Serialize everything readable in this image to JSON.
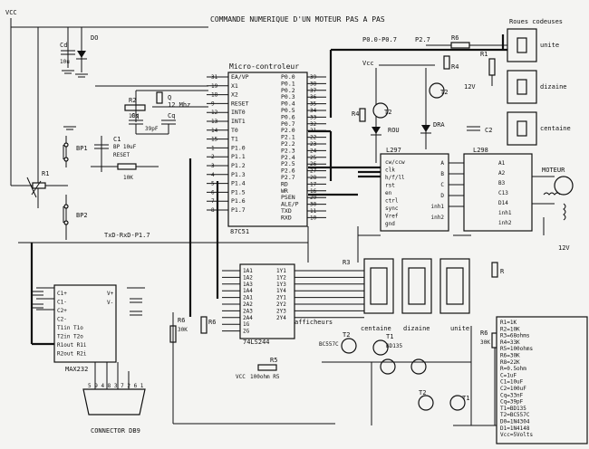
{
  "title": "COMMANDE NUMERIQUE D'UN MOTEUR PAS A PAS",
  "labels": {
    "vcc": "VCC",
    "cd": "Cd",
    "cd_val": "10u",
    "do": "DO",
    "r2": "R2",
    "r2_val": "10K",
    "bp1": "BP1",
    "bp2": "BP2",
    "reset": "RESET",
    "c1": "C1",
    "c1_val": "BP 10uF",
    "r1": "R1",
    "r10k": "10K",
    "q": "Q",
    "q_val": "12 Mhz",
    "cq1": "Cq",
    "cq1_val": "39pF",
    "cq2": "Cq",
    "txd": "TxD-RxD-P1.7",
    "mc_title": "Micro-controleur",
    "mc_part": "87C51",
    "port_p0": "P0.0-P0.7",
    "p27": "P2.7",
    "r6a": "R6",
    "r4": "R4",
    "r1b": "R1",
    "v12a": "12V",
    "vcc2": "Vcc",
    "t2a": "T2",
    "r4b": "R4",
    "t2b": "T2",
    "rou": "ROU",
    "dra": "DRA",
    "c2": "C2",
    "l297": "L297",
    "l298": "L298",
    "moteur": "MOTEUR",
    "v12b": "12V",
    "roues": "Roues codeuses",
    "unite": "unite",
    "dizaine": "dizaine",
    "centaine": "centaine",
    "r3": "R3",
    "r_right": "R",
    "r6b": "R6",
    "r6b_val": "30K",
    "r6c": "R6",
    "buf_part": "74LS244",
    "afficheurs": "afficheurs",
    "centaine2": "centaine",
    "dizaine2": "dizaine",
    "unite2": "unite",
    "t2c": "T2",
    "bc557": "BC557C",
    "t1a": "T1",
    "bd135": "BD135",
    "r5": "R5",
    "vcc3": "VCC",
    "r5_label": "100ohm R5",
    "t2d": "T2",
    "t1b": "T1",
    "r6d": "R6",
    "r6d_val": "30K",
    "max232": "MAX232",
    "connector": "CONNECTOR DB9",
    "db9_pins": "5 9 4 8 3 7 2 6 1"
  },
  "mc_pins_left": [
    {
      "name": "EA/VP",
      "num": "31"
    },
    {
      "name": "X1",
      "num": "19"
    },
    {
      "name": "X2",
      "num": "18"
    },
    {
      "name": "RESET",
      "num": "9"
    },
    {
      "name": "INT0",
      "num": "12"
    },
    {
      "name": "INT1",
      "num": "13"
    },
    {
      "name": "T0",
      "num": "14"
    },
    {
      "name": "T1",
      "num": "15"
    },
    {
      "name": "P1.0",
      "num": "1"
    },
    {
      "name": "P1.1",
      "num": "2"
    },
    {
      "name": "P1.2",
      "num": "3"
    },
    {
      "name": "P1.3",
      "num": "4"
    },
    {
      "name": "P1.4",
      "num": "5"
    },
    {
      "name": "P1.5",
      "num": "6"
    },
    {
      "name": "P1.6",
      "num": "7"
    },
    {
      "name": "P1.7",
      "num": "8"
    }
  ],
  "mc_pins_right": [
    {
      "name": "P0.0",
      "num": "39"
    },
    {
      "name": "P0.1",
      "num": "38"
    },
    {
      "name": "P0.2",
      "num": "37"
    },
    {
      "name": "P0.3",
      "num": "36"
    },
    {
      "name": "P0.4",
      "num": "35"
    },
    {
      "name": "P0.5",
      "num": "34"
    },
    {
      "name": "P0.6",
      "num": "33"
    },
    {
      "name": "P0.7",
      "num": "32"
    },
    {
      "name": "P2.0",
      "num": "21"
    },
    {
      "name": "P2.1",
      "num": "22"
    },
    {
      "name": "P2.2",
      "num": "23"
    },
    {
      "name": "P2.3",
      "num": "24"
    },
    {
      "name": "P2.4",
      "num": "25"
    },
    {
      "name": "P2.5",
      "num": "26"
    },
    {
      "name": "P2.6",
      "num": "27"
    },
    {
      "name": "P2.7",
      "num": "28"
    },
    {
      "name": "RD",
      "num": "17"
    },
    {
      "name": "WR",
      "num": "16"
    },
    {
      "name": "PSEN",
      "num": "29"
    },
    {
      "name": "ALE/P",
      "num": "30"
    },
    {
      "name": "TXD",
      "num": "11"
    },
    {
      "name": "RXD",
      "num": "10"
    }
  ],
  "l297_pins": [
    "cw/ccw",
    "clk",
    "h/f/ll",
    "rst",
    "en",
    "ctrl",
    "sync",
    "Vref",
    "gnd"
  ],
  "l297_out": [
    "A",
    "B",
    "C",
    "D",
    "inh1",
    "inh2"
  ],
  "l298_pins": [
    "A1",
    "A2",
    "B3",
    "C13",
    "D14",
    "inh1",
    "inh2"
  ],
  "buf_pins_left": [
    "1A1",
    "1A2",
    "1A3",
    "1A4",
    "2A1",
    "2A2",
    "2A3",
    "2A4",
    "1G",
    "2G"
  ],
  "buf_pins_right": [
    "1Y1",
    "1Y2",
    "1Y3",
    "1Y4",
    "2Y1",
    "2Y2",
    "2Y3",
    "2Y4"
  ],
  "max_pins": [
    "C1+",
    "C1-",
    "C2+",
    "C2-",
    "T1in T1o",
    "T2in T2o",
    "R1out R1i",
    "R2out R2i"
  ],
  "max_pins_right": [
    "V+",
    "V-"
  ],
  "legend": [
    "R1=1K",
    "R2=10K",
    "R3=68ohms",
    "R4=33K",
    "R5=100ohms",
    "R6=30K",
    "R8=22K",
    "R=0.5ohm",
    "C=1uF",
    "C1=10uF",
    "C2=100uF",
    "Cq=33nF",
    "Cq=39pF",
    "T1=BD135",
    "T2=BC557C",
    "D0=1N4304",
    "D1=1N4148",
    "Vcc=5Volts"
  ]
}
